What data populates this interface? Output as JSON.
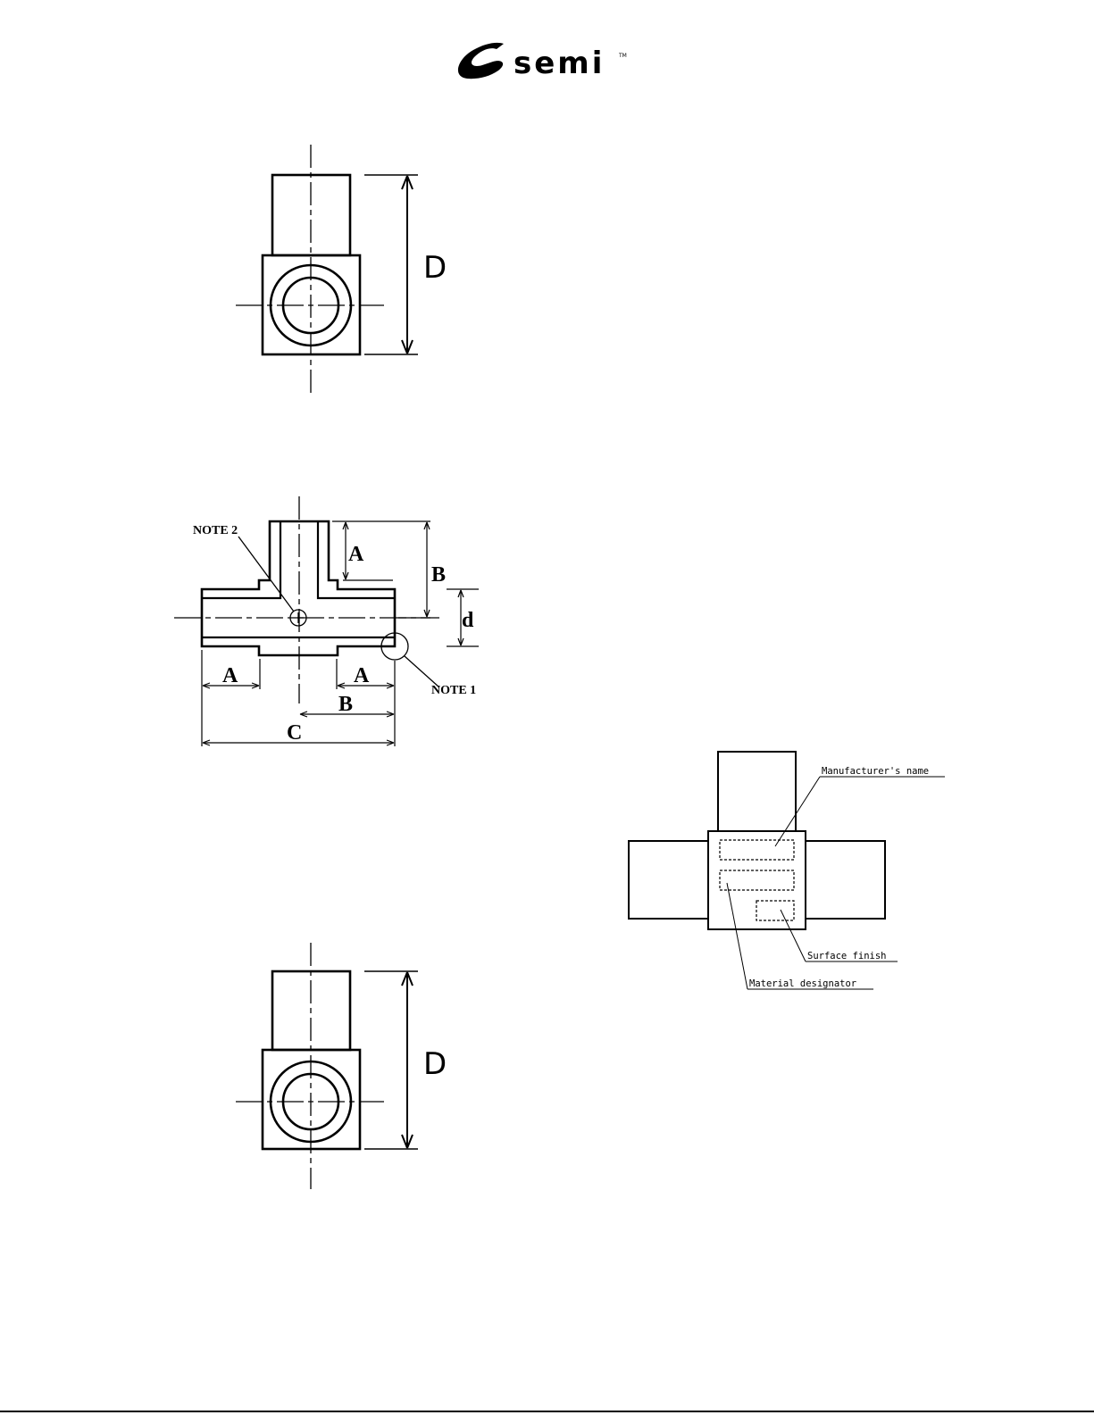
{
  "logo": {
    "text": "semi",
    "trademark": "TM"
  },
  "end_view_top": {
    "dimension_label": "D"
  },
  "front_view": {
    "labels": {
      "a_top": "A",
      "b_top": "B",
      "d_right": "d",
      "a_left": "A",
      "a_right": "A",
      "b_bottom": "B",
      "c_bottom": "C"
    },
    "note_1": "NOTE 1",
    "note_2": "NOTE 2"
  },
  "end_view_bottom": {
    "dimension_label": "D"
  },
  "marking_view": {
    "manufacturer_name": "Manufacturer's name",
    "surface_finish": "Surface finish",
    "material_designator": "Material designator"
  }
}
